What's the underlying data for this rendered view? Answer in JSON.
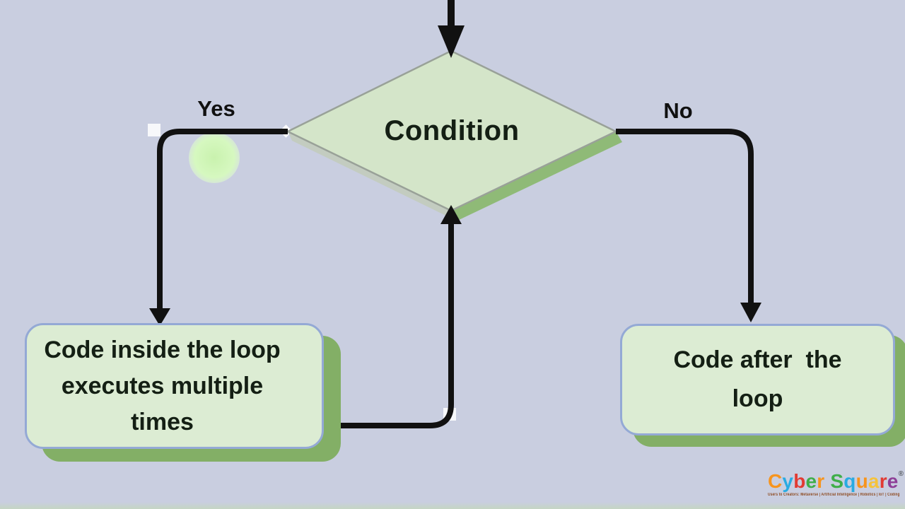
{
  "canvas": {
    "colors": {
      "canvas_bg": "#c9cee0",
      "bottom_strip": "#c5d5c3"
    }
  },
  "diagram": {
    "condition_label": "Condition",
    "yes_label": "Yes",
    "no_label": "No",
    "left_box_lines": [
      "Code inside the loop",
      "executes multiple",
      "times"
    ],
    "right_box_lines": [
      "Code after  the",
      "loop"
    ],
    "colors": {
      "node_fill": "#d4e5c9",
      "node_border": "#99a198",
      "diamond_extrude": "#8fba77",
      "diamond_extrude_left": "#c3ccc0",
      "box_fill": "#dcecd3",
      "box_border": "#94a9d5",
      "box_shadow": "#83af66",
      "line": "#111111",
      "text": "#141f14",
      "highlight_circle": "#c9f2ae"
    }
  },
  "branding": {
    "logo_letters": [
      {
        "ch": "C",
        "color": "#f7941d"
      },
      {
        "ch": "y",
        "color": "#29abe2"
      },
      {
        "ch": "b",
        "color": "#e23b33"
      },
      {
        "ch": "e",
        "color": "#3fae49"
      },
      {
        "ch": "r",
        "color": "#f7941d"
      },
      {
        "ch": " ",
        "color": "#000000"
      },
      {
        "ch": "S",
        "color": "#3fae49"
      },
      {
        "ch": "q",
        "color": "#29abe2"
      },
      {
        "ch": "u",
        "color": "#f7941d"
      },
      {
        "ch": "a",
        "color": "#f5c33b"
      },
      {
        "ch": "r",
        "color": "#e23b33"
      },
      {
        "ch": "e",
        "color": "#8e3f97"
      }
    ],
    "registered_mark": "®",
    "tagline": "Users to Creators: Metaverse | Artificial Intelligence | Robotics | IoT | Coding",
    "colors": {
      "tagline_color": "#8d4a20"
    }
  }
}
